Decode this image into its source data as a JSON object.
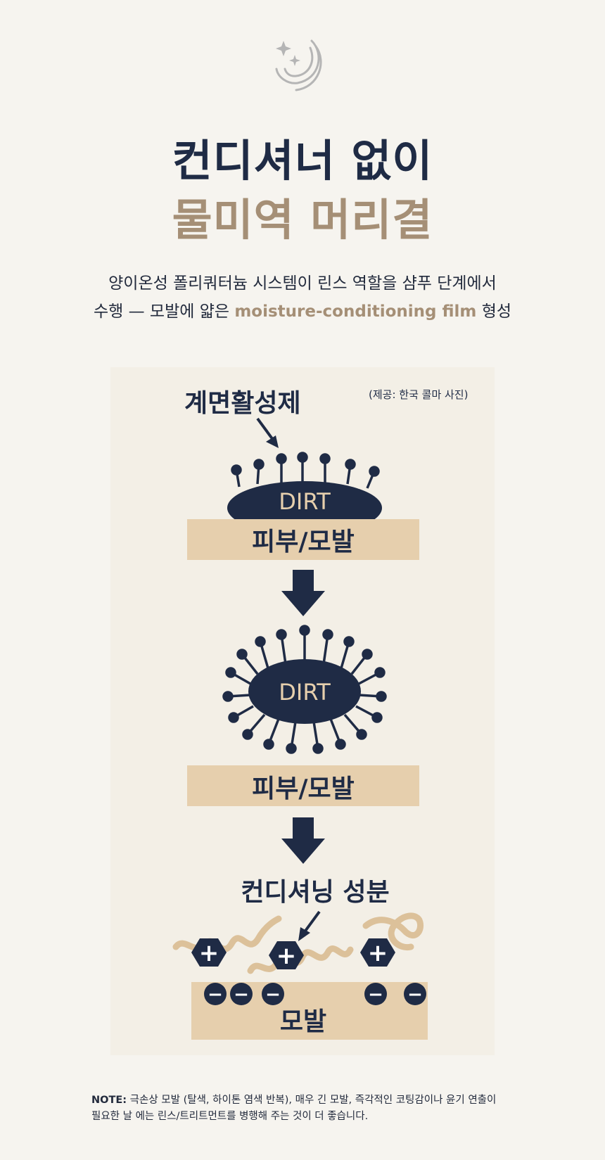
{
  "header": {
    "title_line1": "컨디셔너 없이",
    "title_line2": "물미역 머리결",
    "subtitle_line1": "양이온성 폴리쿼터늄 시스템이 린스 역할을 샴푸 단계에서",
    "subtitle_line2_pre": "수행 — 모발에 얇은 ",
    "subtitle_line2_highlight": "moisture-conditioning film",
    "subtitle_line2_post": " 형성"
  },
  "diagram": {
    "surfactant_label": "계면활성제",
    "credit": "(제공: 한국 콜마 사진)",
    "dirt_label": "DIRT",
    "dirt_label_2": "DIRT",
    "surface_label": "피부/모발",
    "surface_label_2": "피부/모발",
    "conditioning_label": "컨디셔닝 성분",
    "hair_label": "모발",
    "plus_sign": "+",
    "minus_sign": "−"
  },
  "note": {
    "label": "NOTE:",
    "line1": " 극손상 모발 (탈색, 하이톤 염색 반복), 매우 긴 모발, 즉각적인 코팅감이나 윤기 연출이",
    "line2": "필요한 날 에는 린스/트리트먼트를 병행해 주는 것이 더 좋습니다."
  },
  "colors": {
    "navy": "#1f2b45",
    "tan": "#a58f76",
    "beige_bar": "#e6cfad",
    "background": "#f6f4ef",
    "panel": "#f3efe6"
  },
  "icons": {
    "logo": "moon-sparkle-icon"
  }
}
